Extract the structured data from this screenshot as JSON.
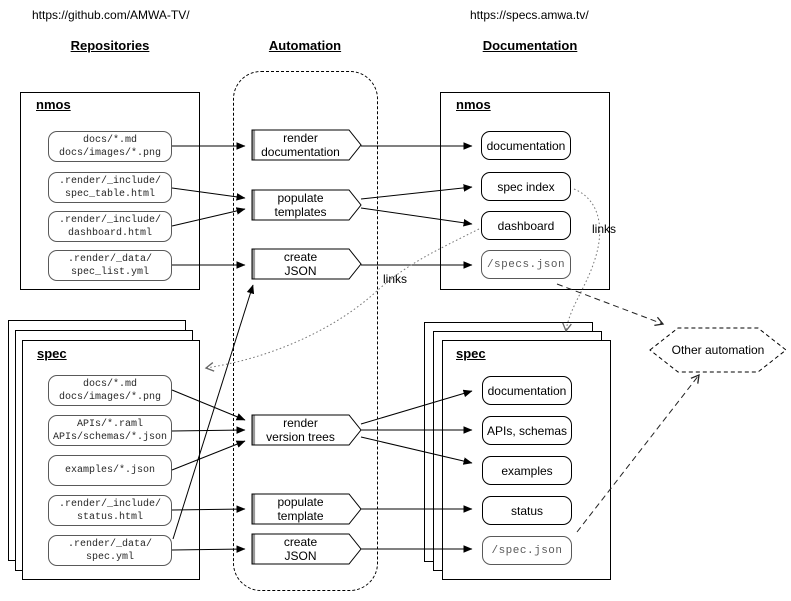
{
  "header": {
    "github_url": "https://github.com/AMWA-TV/",
    "specs_url": "https://specs.amwa.tv/",
    "col_repositories": "Repositories",
    "col_automation": "Automation",
    "col_documentation": "Documentation"
  },
  "nmos_repo": {
    "title": "nmos",
    "items": [
      "docs/*.md\ndocs/images/*.png",
      ".render/_include/\nspec_table.html",
      ".render/_include/\ndashboard.html",
      ".render/_data/\nspec_list.yml"
    ]
  },
  "nmos_docs": {
    "title": "nmos",
    "items": [
      "documentation",
      "spec index",
      "dashboard",
      "/specs.json"
    ]
  },
  "spec_repo": {
    "title": "spec",
    "items": [
      "docs/*.md\ndocs/images/*.png",
      "APIs/*.raml\nAPIs/schemas/*.json",
      "examples/*.json",
      ".render/_include/\nstatus.html",
      ".render/_data/\nspec.yml"
    ]
  },
  "spec_docs": {
    "title": "spec",
    "items": [
      "documentation",
      "APIs, schemas",
      "examples",
      "status",
      "/spec.json"
    ]
  },
  "automation": {
    "steps_top": [
      "render\ndocumentation",
      "populate\ntemplates",
      "create\nJSON"
    ],
    "steps_bottom": [
      "render\nversion trees",
      "populate\ntemplate",
      "create\nJSON"
    ]
  },
  "annotations": {
    "links_left": "links",
    "links_right": "links",
    "other_automation": "Other automation"
  },
  "colors": {
    "line": "#000000",
    "node_border": "#595959",
    "accent_bar": "#999999",
    "dotted_link": "#777777"
  }
}
